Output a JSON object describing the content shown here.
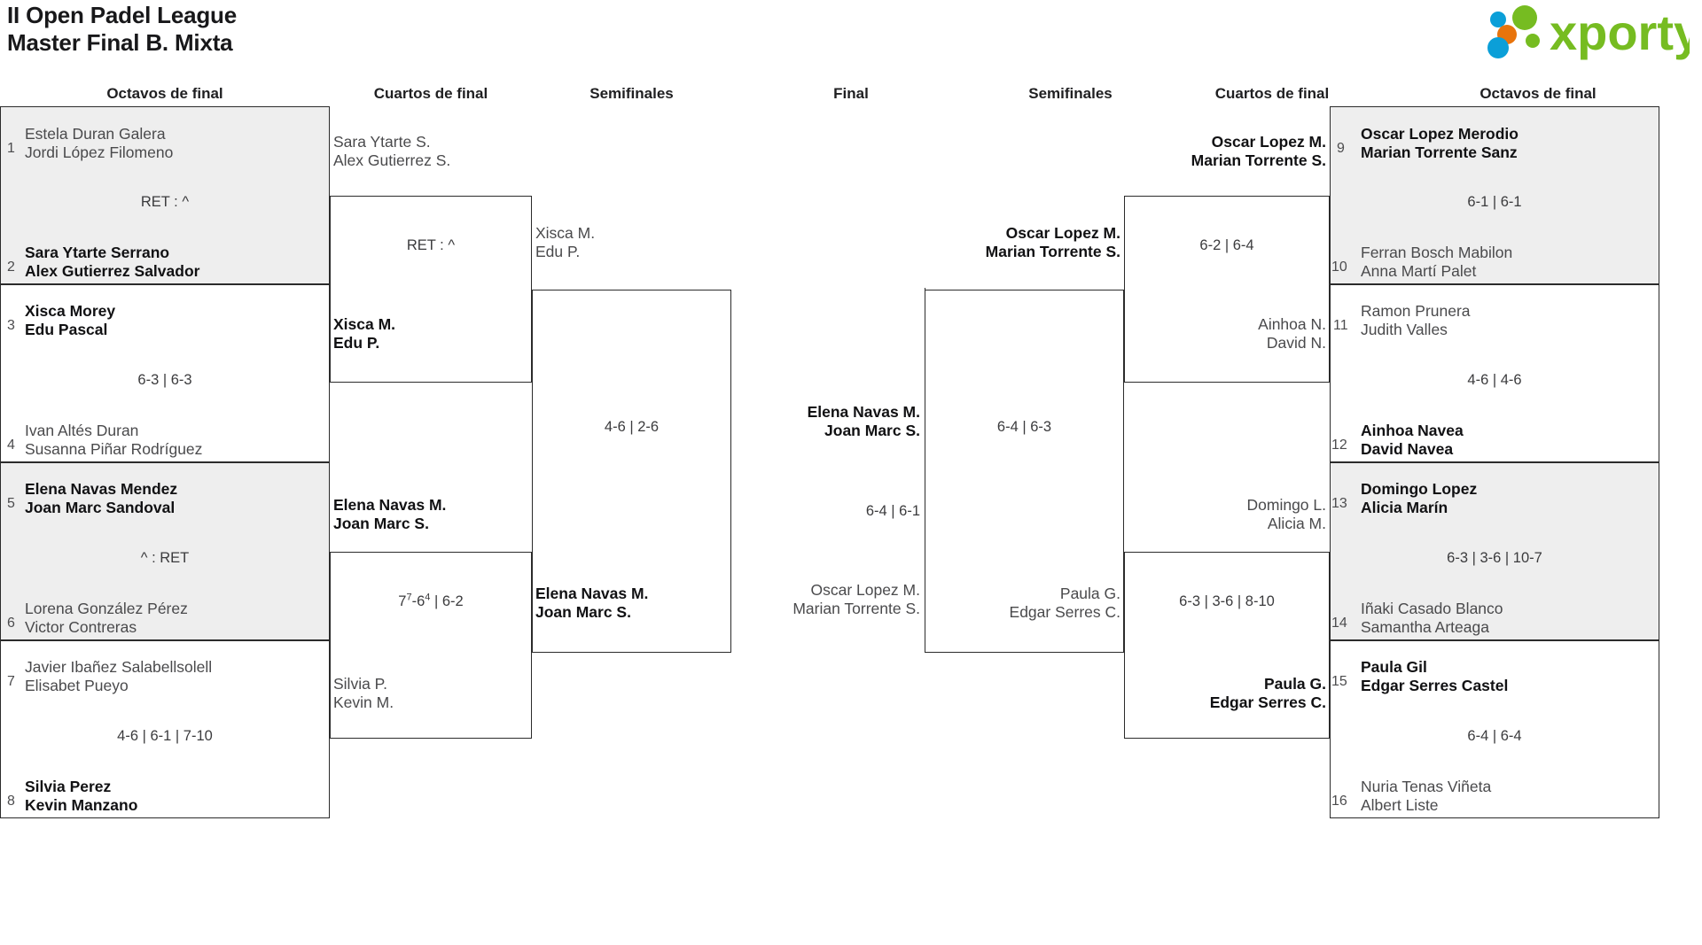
{
  "header": {
    "title_line1": "II Open Padel League",
    "title_line2": "Master Final B. Mixta",
    "logo_text": "xporty",
    "logo_colors": {
      "green": "#76BC21",
      "blue": "#0B9FD8",
      "orange": "#E8740C"
    }
  },
  "rounds": {
    "left_r16": "Octavos de final",
    "left_qf": "Cuartos de final",
    "left_sf": "Semifinales",
    "final": "Final",
    "right_sf": "Semifinales",
    "right_qf": "Cuartos de final",
    "right_r16": "Octavos de final"
  },
  "left_r16": [
    {
      "seed_a": "1",
      "a_l1": "Estela Duran Galera",
      "a_l2": "Jordi López Filomeno",
      "a_state": "lose",
      "score": "RET : ^",
      "seed_b": "2",
      "b_l1": "Sara Ytarte Serrano",
      "b_l2": "Alex Gutierrez Salvador",
      "b_state": "win",
      "shaded": true
    },
    {
      "seed_a": "3",
      "a_l1": "Xisca Morey",
      "a_l2": "Edu Pascal",
      "a_state": "win",
      "score": "6-3 | 6-3",
      "seed_b": "4",
      "b_l1": "Ivan Altés Duran",
      "b_l2": "Susanna Piñar Rodríguez",
      "b_state": "lose",
      "shaded": false
    },
    {
      "seed_a": "5",
      "a_l1": "Elena Navas Mendez",
      "a_l2": "Joan Marc Sandoval",
      "a_state": "win",
      "score": "^ : RET",
      "seed_b": "6",
      "b_l1": "Lorena González Pérez",
      "b_l2": "Victor Contreras",
      "b_state": "lose",
      "shaded": true
    },
    {
      "seed_a": "7",
      "a_l1": "Javier Ibañez Salabellsolell",
      "a_l2": "Elisabet Pueyo",
      "a_state": "lose",
      "score": "4-6 | 6-1 | 7-10",
      "seed_b": "8",
      "b_l1": "Silvia Perez",
      "b_l2": "Kevin Manzano",
      "b_state": "win",
      "shaded": false
    }
  ],
  "left_qf": [
    {
      "a_l1": "Sara Ytarte S.",
      "a_l2": "Alex Gutierrez S.",
      "a_state": "lose",
      "score": "RET : ^",
      "b_l1": "Xisca M.",
      "b_l2": "Edu P.",
      "b_state": "win"
    },
    {
      "a_l1": "Elena Navas M.",
      "a_l2": "Joan Marc S.",
      "a_state": "win",
      "score_pre": "7",
      "score_sup1": "7",
      "score_mid": "-6",
      "score_sup2": "4",
      "score_post": " | 6-2",
      "score": "7-6 | 6-2",
      "b_l1": "Silvia P.",
      "b_l2": "Kevin M.",
      "b_state": "lose"
    }
  ],
  "left_sf": {
    "a_l1": "Xisca M.",
    "a_l2": "Edu P.",
    "a_state": "lose",
    "score": "4-6 | 2-6",
    "b_l1": "Elena Navas M.",
    "b_l2": "Joan Marc S.",
    "b_state": "win"
  },
  "final": {
    "a_l1": "Elena Navas M.",
    "a_l2": "Joan Marc S.",
    "a_state": "win",
    "score": "6-4 | 6-1",
    "b_l1": "Oscar Lopez M.",
    "b_l2": "Marian Torrente S.",
    "b_state": "lose"
  },
  "right_sf": {
    "a_l1": "Oscar Lopez M.",
    "a_l2": "Marian Torrente S.",
    "a_state": "win",
    "score": "6-4 | 6-3",
    "b_l1": "Paula G.",
    "b_l2": "Edgar Serres C.",
    "b_state": "lose"
  },
  "right_qf": [
    {
      "a_l1": "Oscar Lopez M.",
      "a_l2": "Marian Torrente S.",
      "a_state": "win",
      "score": "6-2 | 6-4",
      "b_l1": "Ainhoa N.",
      "b_l2": "David N.",
      "b_state": "lose"
    },
    {
      "a_l1": "Domingo L.",
      "a_l2": "Alicia M.",
      "a_state": "lose",
      "score": "6-3 | 3-6 | 8-10",
      "b_l1": "Paula G.",
      "b_l2": "Edgar Serres C.",
      "b_state": "win"
    }
  ],
  "right_r16": [
    {
      "seed_a": "9",
      "a_l1": "Oscar Lopez Merodio",
      "a_l2": "Marian Torrente Sanz",
      "a_state": "win",
      "score": "6-1 | 6-1",
      "seed_b": "10",
      "b_l1": "Ferran Bosch Mabilon",
      "b_l2": "Anna Martí Palet",
      "b_state": "lose",
      "shaded": true
    },
    {
      "seed_a": "11",
      "a_l1": "Ramon Prunera",
      "a_l2": "Judith Valles",
      "a_state": "lose",
      "score": "4-6 | 4-6",
      "seed_b": "12",
      "b_l1": "Ainhoa Navea",
      "b_l2": "David Navea",
      "b_state": "win",
      "shaded": false
    },
    {
      "seed_a": "13",
      "a_l1": "Domingo Lopez",
      "a_l2": "Alicia Marín",
      "a_state": "win",
      "score": "6-3 | 3-6 | 10-7",
      "seed_b": "14",
      "b_l1": "Iñaki Casado Blanco",
      "b_l2": "Samantha Arteaga",
      "b_state": "lose",
      "shaded": true
    },
    {
      "seed_a": "15",
      "a_l1": "Paula Gil",
      "a_l2": "Edgar Serres Castel",
      "a_state": "win",
      "score": "6-4 | 6-4",
      "seed_b": "16",
      "b_l1": "Nuria Tenas Viñeta",
      "b_l2": "Albert Liste",
      "b_state": "lose",
      "shaded": false
    }
  ]
}
